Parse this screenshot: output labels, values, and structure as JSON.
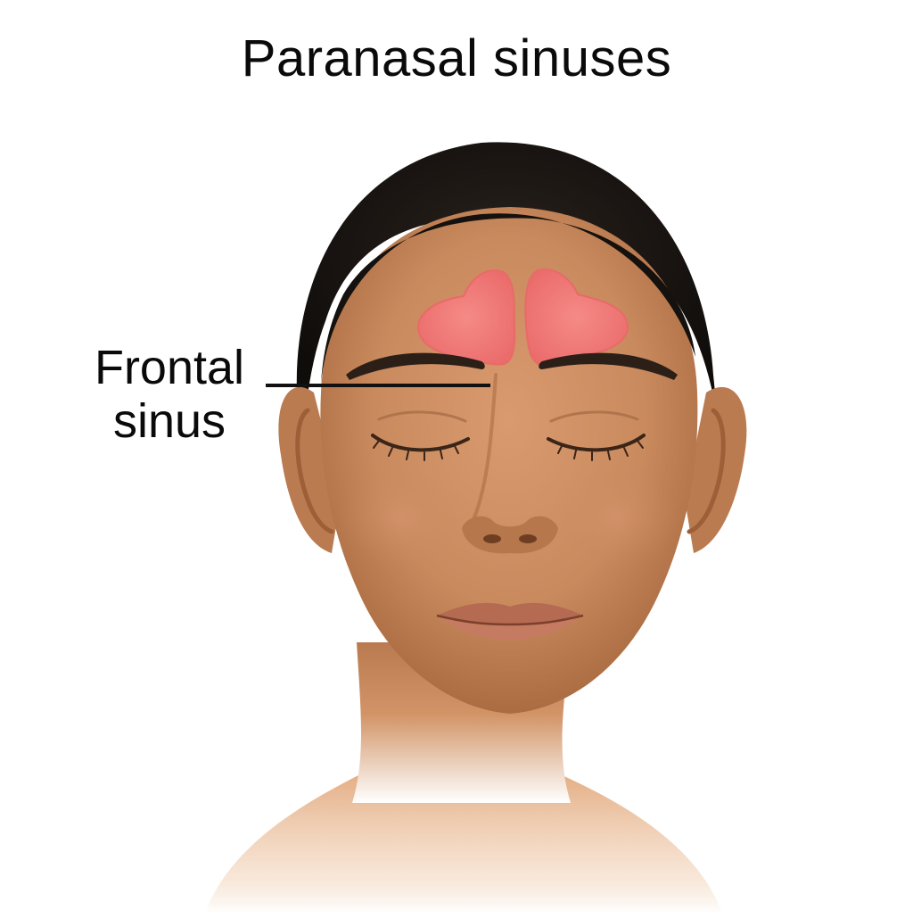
{
  "title": "Paranasal sinuses",
  "callouts": [
    {
      "line1": "Frontal",
      "line2": "sinus",
      "target": "frontal-sinus"
    }
  ],
  "colors": {
    "skin": "#c98a5e",
    "skin_shadow": "#a8693f",
    "hair": "#1a1512",
    "sinus": "#f07a78",
    "sinus_edge": "#e86a69",
    "leader_line": "#111111",
    "text": "#0a0a0a",
    "background": "#ffffff"
  }
}
